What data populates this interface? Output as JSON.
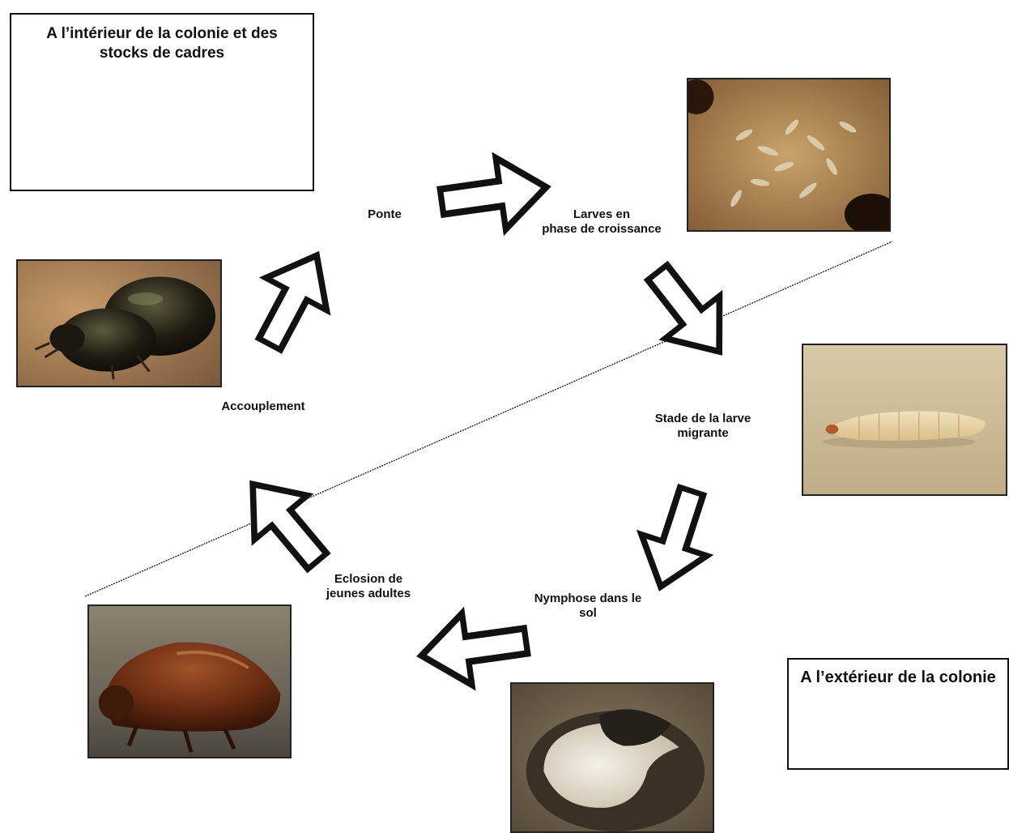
{
  "boxes": {
    "inside": "A l’intérieur de la colonie et des stocks  de cadres",
    "outside": "A l’extérieur de la colonie"
  },
  "stages": {
    "ponte": "Ponte",
    "larves": "Larves en\nphase de croissance",
    "stade_migrante": "Stade de la larve\nmigrante",
    "nymphose": "Nymphose dans le\nsol",
    "eclosion": "Eclosion de\njeunes  adultes",
    "accouplement": "Accouplement"
  },
  "photos": {
    "adult_beetle": "adult-beetle-photo",
    "larvae_comb": "larvae-on-comb-photo",
    "migrating_larva": "migrating-larva-photo",
    "pupa_soil": "pupa-in-soil-photo",
    "young_adult": "young-adult-beetle-photo"
  },
  "colors": {
    "outline": "#111111",
    "arrow_fill": "#ffffff",
    "divider": "#222222"
  }
}
